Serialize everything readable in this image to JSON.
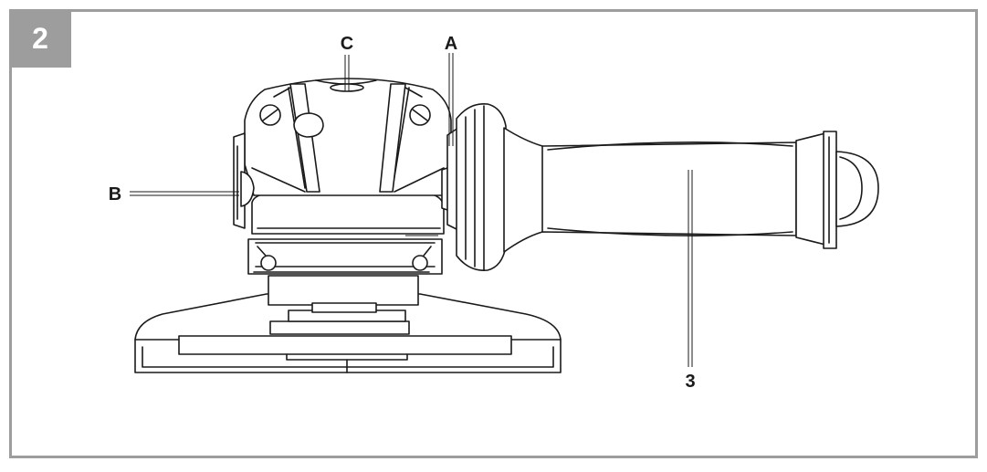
{
  "figure": {
    "number": "2",
    "badge_color": "#9d9d9d",
    "frame_color": "#9d9d9d",
    "line_color": "#1a1a1a"
  },
  "callouts": {
    "a": "A",
    "b": "B",
    "c": "C",
    "handle": "3"
  },
  "icons": {
    "tool": "angle-grinder-with-side-handle-illustration"
  }
}
